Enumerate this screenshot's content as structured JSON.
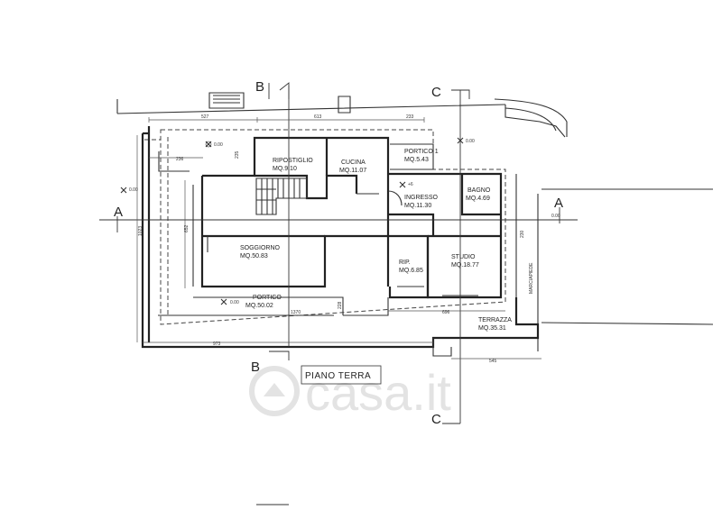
{
  "title": "PIANO TERRA",
  "watermark": "casa.it",
  "rooms": [
    {
      "name": "RIPOSTIGLIO",
      "area": "MQ.9.10"
    },
    {
      "name": "CUCINA",
      "area": "MQ.11.07"
    },
    {
      "name": "PORTICO 1",
      "area": "MQ.5.43"
    },
    {
      "name": "INGRESSO",
      "area": "MQ.11.30"
    },
    {
      "name": "BAGNO",
      "area": "MQ.4.69"
    },
    {
      "name": "SOGGIORNO",
      "area": "MQ.50.83"
    },
    {
      "name": "RIP.",
      "area": "MQ.6.85"
    },
    {
      "name": "STUDIO",
      "area": "MQ.18.77"
    },
    {
      "name": "PORTICO",
      "area": "MQ.50.02"
    },
    {
      "name": "TERRAZZA",
      "area": "MQ.35.31"
    }
  ],
  "street_label": "MARCIAPIEDE",
  "sections": {
    "a": "A",
    "b": "B",
    "c": "C"
  },
  "levels": {
    "zero": "0.00",
    "plus": "+6"
  },
  "dimensions": {
    "d527": "527",
    "d613": "613",
    "d233": "233",
    "d236": "236",
    "d235": "235",
    "d1023": "1023",
    "d652": "652",
    "d1370": "1370",
    "d228": "228",
    "d696": "696",
    "d973": "973",
    "d545": "545",
    "d230": "230"
  }
}
